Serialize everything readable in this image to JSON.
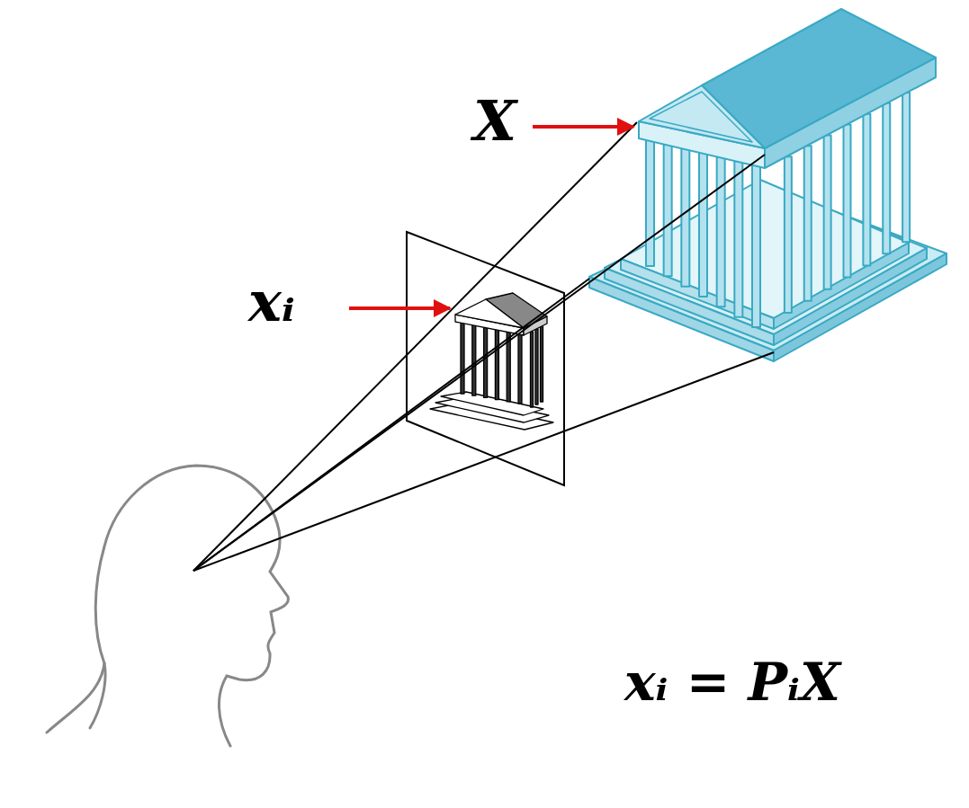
{
  "diagram": {
    "labels": [
      "X",
      "xᵢ",
      "xᵢ = PᵢX"
    ]
  }
}
